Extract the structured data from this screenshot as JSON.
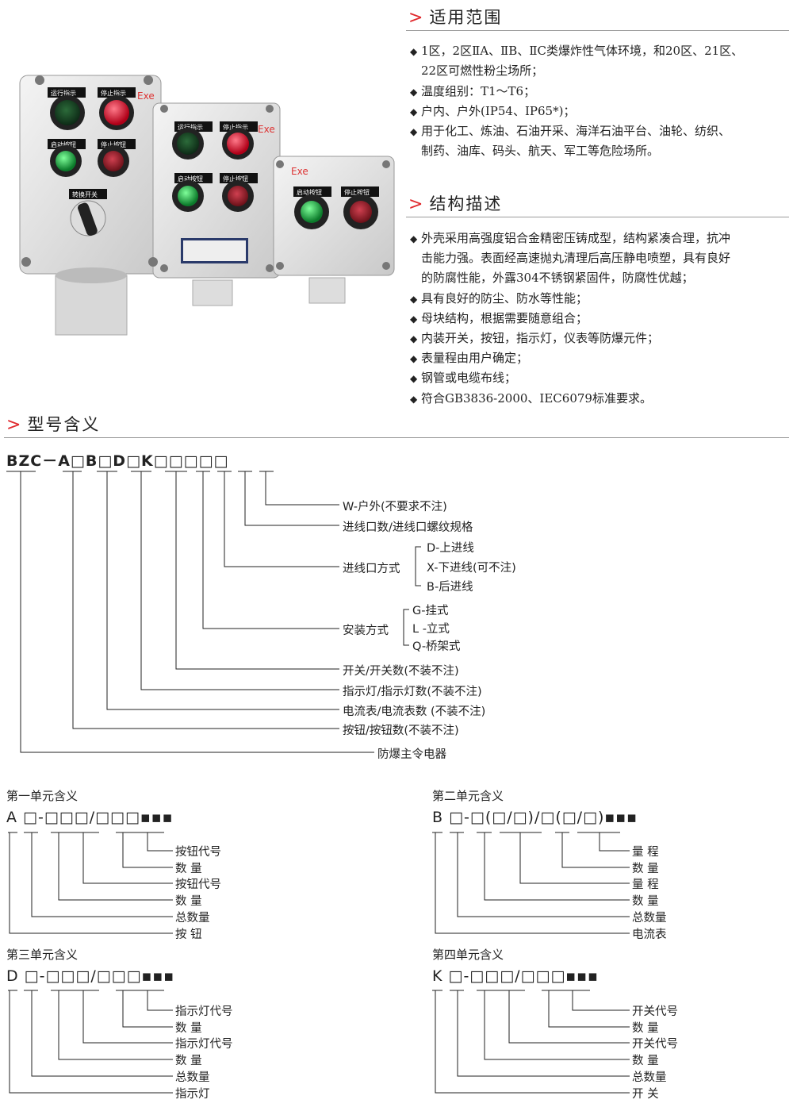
{
  "sections": {
    "scope_title": "适用范围",
    "structure_title": "结构描述",
    "model_title": "型号含义"
  },
  "scope_items": [
    "1区，2区ⅡA、ⅡB、ⅡC类爆炸性气体环境，和20区、21区、",
    "22区可燃性粉尘场所；",
    "温度组别：T1～T6；",
    "户内、户外(IP54、IP65*)；",
    "用于化工、炼油、石油开采、海洋石油平台、油轮、纺织、",
    "制药、油库、码头、航天、军工等危险场所。"
  ],
  "structure_items": [
    "外壳采用高强度铝合金精密压铸成型，结构紧凑合理，抗冲",
    "击能力强。表面经高速抛丸清理后高压静电喷塑，具有良好",
    "的防腐性能，外露304不锈钢紧固件，防腐性优越；",
    "具有良好的防尘、防水等性能；",
    "母块结构，根据需要随意组合；",
    "内装开关，按钮，指示灯，仪表等防爆元件；",
    "表量程由用户确定；",
    "钢管或电缆布线；",
    "符合GB3836-2000、IEC6079标准要求。"
  ],
  "photo_labels": {
    "run_indicator": "运行指示",
    "stop_indicator": "停止指示",
    "start_button": "启动按钮",
    "stop_button": "停止按钮",
    "selector": "转换开关",
    "exe": "Exe"
  },
  "model": {
    "code": "BZC－A□B□D□K□□□□□",
    "w_outdoor": "W-户外(不要求不注)",
    "inlet_count": "进线口数/进线口螺纹规格",
    "inlet_method": "进线口方式",
    "inlet_d": "D-上进线",
    "inlet_x": "X-下进线(可不注)",
    "inlet_b": "B-后进线",
    "install_method": "安装方式",
    "install_g": "G-挂式",
    "install_l": "L -立式",
    "install_q": "Q-桥架式",
    "switch": "开关/开关数(不装不注)",
    "indicator": "指示灯/指示灯数(不装不注)",
    "ammeter": "电流表/电流表数 (不装不注)",
    "button": "按钮/按钮数(不装不注)",
    "main": "防爆主令电器"
  },
  "unit1": {
    "title": "第一单元含义",
    "code": "A □-□□□/□□□▪▪▪",
    "labels": [
      "按钮代号",
      "数  量",
      "按钮代号",
      "数  量",
      "总数量",
      "按  钮"
    ]
  },
  "unit2": {
    "title": "第二单元含义",
    "code": "B □-□(□/□)/□(□/□)▪▪▪",
    "labels": [
      "量  程",
      "数  量",
      "量  程",
      "数  量",
      "总数量",
      "电流表"
    ]
  },
  "unit3": {
    "title": "第三单元含义",
    "code": "D □-□□□/□□□▪▪▪",
    "labels": [
      "指示灯代号",
      "数  量",
      "指示灯代号",
      "数  量",
      "总数量",
      "指示灯"
    ]
  },
  "unit4": {
    "title": "第四单元含义",
    "code": "K □-□□□/□□□▪▪▪",
    "labels": [
      "开关代号",
      "数  量",
      "开关代号",
      "数  量",
      "总数量",
      "开  关"
    ]
  },
  "colors": {
    "accent": "#e0292d",
    "text": "#222222",
    "rule": "#9a9a9a"
  }
}
